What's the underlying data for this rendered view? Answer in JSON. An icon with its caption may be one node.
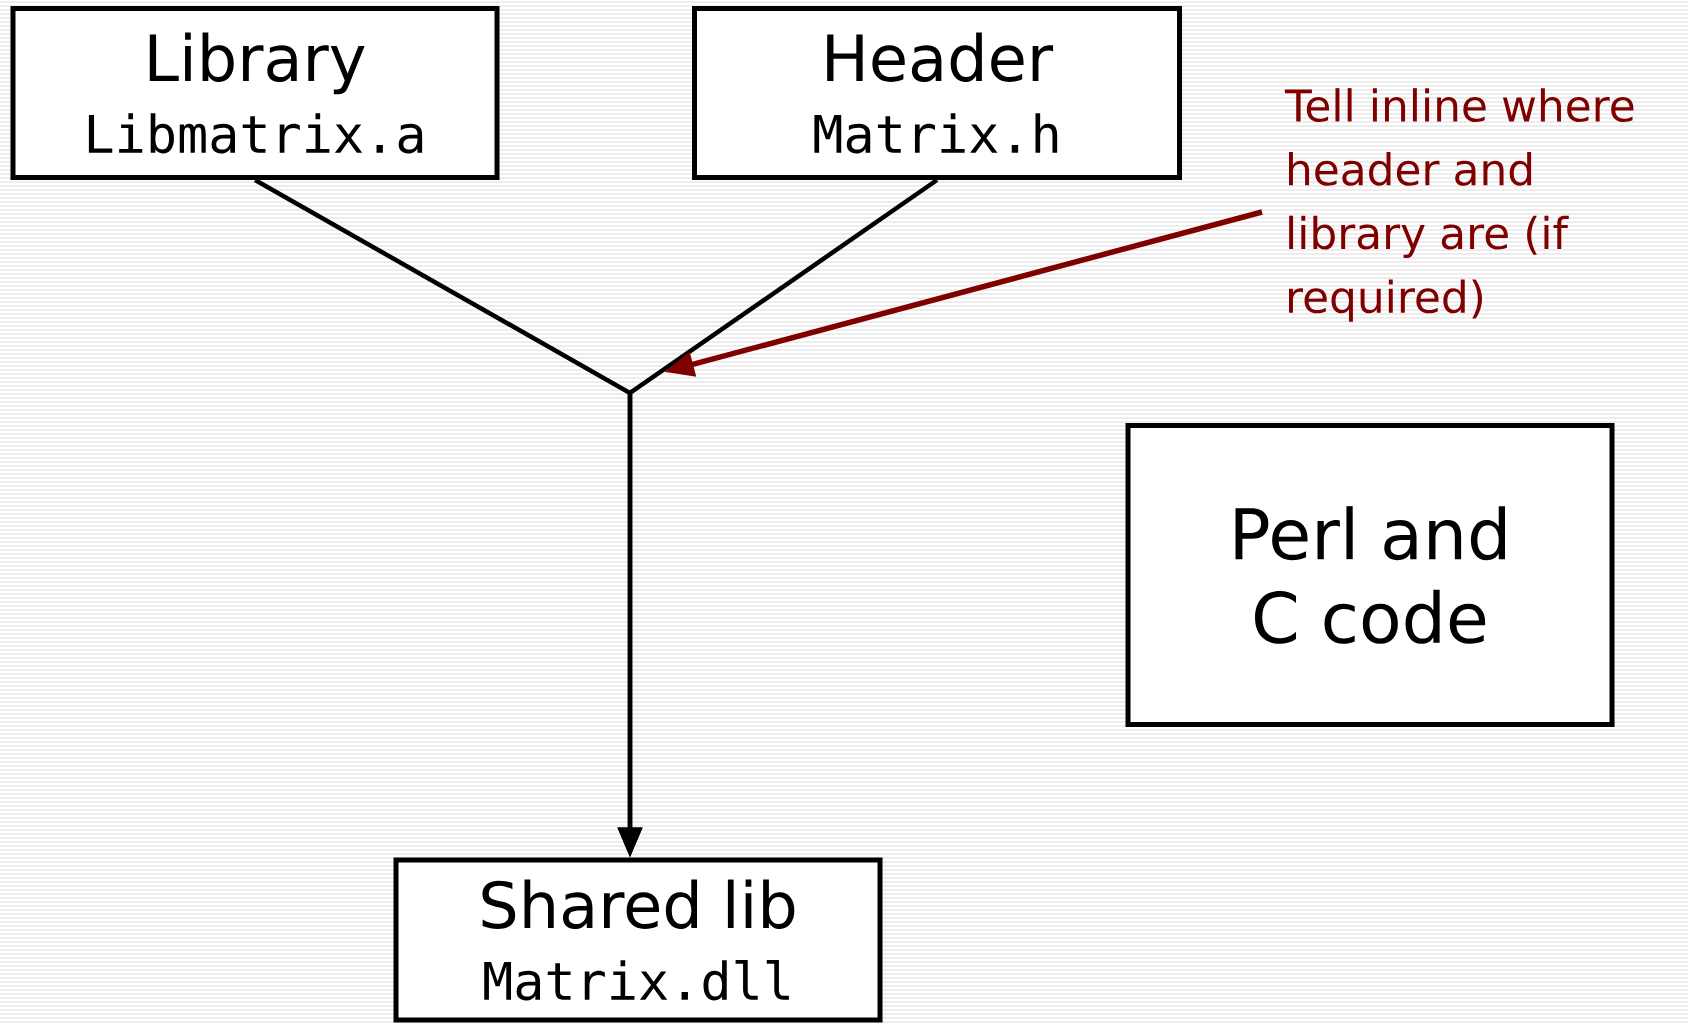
{
  "diagram": {
    "nodes": [
      {
        "text": [
          "Library",
          "Libmatrix.a"
        ]
      },
      {
        "text": [
          "Header",
          "Matrix.h"
        ]
      },
      {
        "text": [
          "Perl and C code"
        ]
      },
      {
        "text": [
          "Shared lib",
          "Matrix.dll"
        ]
      },
      {
        "text": [
          "Tell inline where header and library are (if required)"
        ]
      }
    ],
    "edges": [
      {
        "from": 0,
        "to": 3,
        "arrow": "to"
      },
      {
        "from": 1,
        "to": 3,
        "arrow": "to"
      },
      {
        "from": 4,
        "to": null,
        "arrow": "to",
        "color": "#800000"
      }
    ]
  }
}
